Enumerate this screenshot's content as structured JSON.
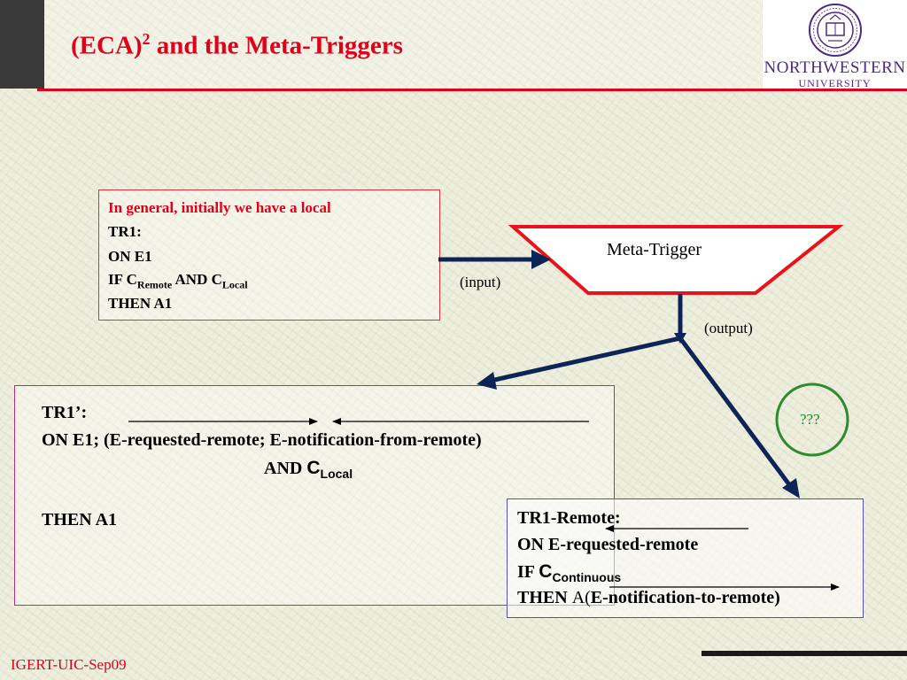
{
  "slide": {
    "title_main": "(ECA)",
    "title_sup": "2",
    "title_rest": " and the Meta-Triggers",
    "footer": "IGERT-UIC-Sep09"
  },
  "logo": {
    "name": "NORTHWESTERN",
    "sub": "UNIVERSITY"
  },
  "box1": {
    "line1": "In general, initially we have a local",
    "line2": "TR1:",
    "line3": "ON E1",
    "line4_pre": "IF C",
    "line4_sub1": "Remote",
    "line4_mid": " AND C",
    "line4_sub2": "Local",
    "line5": "THEN A1"
  },
  "meta_trigger": {
    "label": "Meta-Trigger",
    "input_label": "(input)",
    "output_label": "(output)"
  },
  "box2": {
    "line1": "TR1’:",
    "line2": "ON E1; (E-requested-remote; E-notification-from-remote)",
    "line3_pre": "AND ",
    "line3_c": "C",
    "line3_sub": "Local",
    "line4": "THEN A1"
  },
  "box3": {
    "line1": "TR1-Remote:",
    "line2": "ON E-requested-remote",
    "line3_pre": "IF ",
    "line3_c": "C",
    "line3_sub": "Continuous",
    "line4_pre": "THEN ",
    "line4_a": "A(",
    "line4_main": "E-notification-to-remote",
    "line4_end": ")"
  },
  "unknown": {
    "label": "???"
  },
  "colors": {
    "title": "#e0001a",
    "arrow": "#0d2457",
    "trapezoid_border": "#e8141c",
    "circle": "#2e8b2e",
    "unknown_text": "#1a8a2a",
    "northwestern_purple": "#4e2a84"
  }
}
